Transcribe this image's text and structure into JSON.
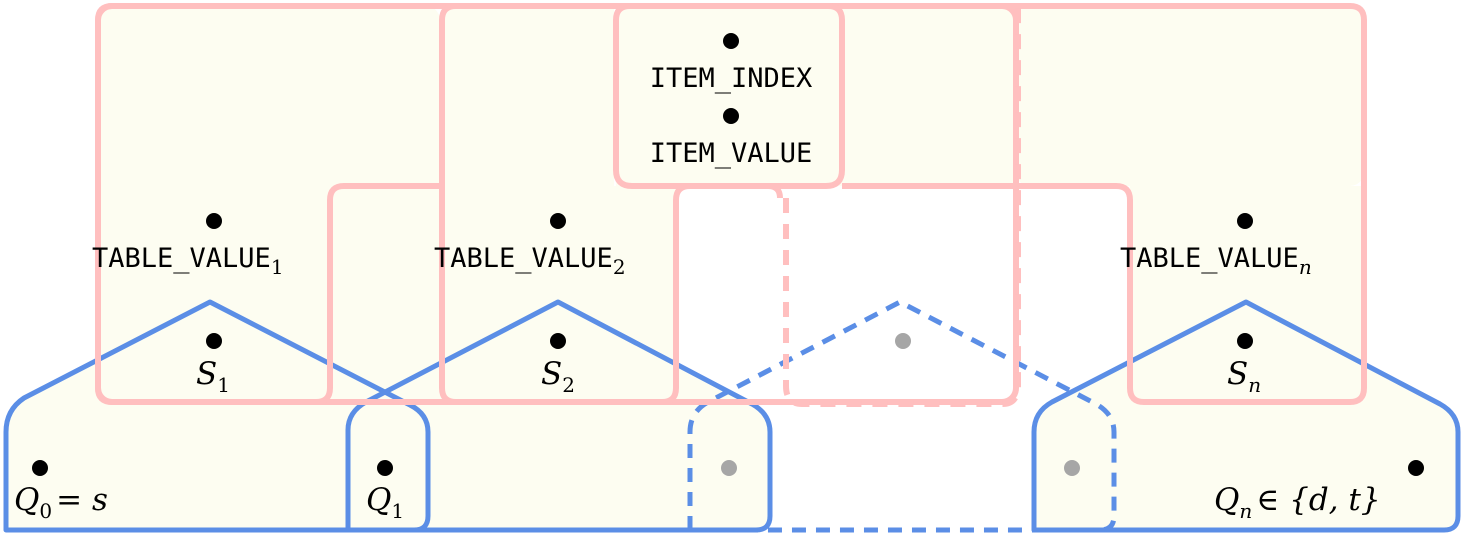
{
  "colors": {
    "pink": "#ffbfbf",
    "blue": "#5b8ee6",
    "fill": "#fdfdf1",
    "node": "#000000",
    "ghost_node": "#a6a6a6"
  },
  "labels": {
    "item_index": "ITEM_INDEX",
    "item_value": "ITEM_VALUE",
    "table_value": "TABLE_VALUE",
    "table_sub_1": "1",
    "table_sub_2": "2",
    "table_sub_n": "n",
    "s": "S",
    "s_sub_1": "1",
    "s_sub_2": "2",
    "s_sub_n": "n",
    "q": "Q",
    "q_sub_0": "0",
    "q_sub_1": "1",
    "q_sub_n": "n",
    "q0_rhs": "= s",
    "qn_rhs": "∈ {d, t}"
  }
}
